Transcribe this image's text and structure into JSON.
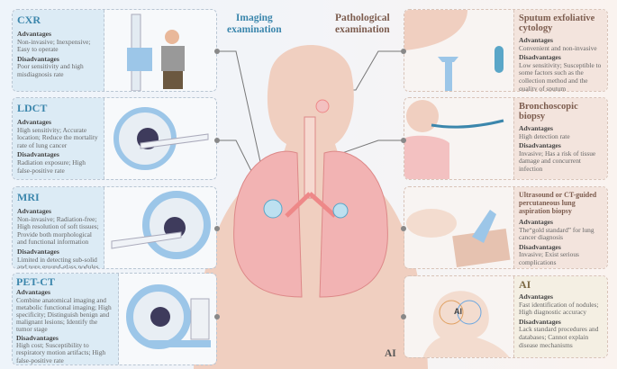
{
  "center": {
    "imaging_title": "Imaging\nexamination",
    "pathological_title": "Pathological\nexamination",
    "ai_label": "AI"
  },
  "imaging": [
    {
      "title": "CXR",
      "adv_label": "Advantages",
      "adv": "Non-invasive; Inexpensive; Easy to operate",
      "dis_label": "Disadvantages",
      "dis": "Poor sensitivity and high misdiagnosis rate"
    },
    {
      "title": "LDCT",
      "adv_label": "Advantages",
      "adv": "High sensitivity; Accurate location; Reduce the mortality rate of lung cancer",
      "dis_label": "Disadvantages",
      "dis": "Radiation exposure; High false-positive rate"
    },
    {
      "title": "MRI",
      "adv_label": "Advantages",
      "adv": "Non-invasive; Radiation-free; High resolution of soft tissues; Provide both morphological and functional information",
      "dis_label": "Disadvantages",
      "dis": "Limited in detecting sub-solid and pure ground-glass nodules"
    },
    {
      "title": "PET-CT",
      "adv_label": "Advantages",
      "adv": "Combine anatomical imaging and metabolic functional imaging; High specificity; Distinguish benign and malignant lesions; Identify the tumor stage",
      "dis_label": "Disadvantages",
      "dis": "High cost; Susceptibility to respiratory motion artifacts; High false-positive rate"
    }
  ],
  "pathological": [
    {
      "title": "Sputum exfoliative cytology",
      "adv_label": "Advantages",
      "adv": "Convenient and non-invasive",
      "dis_label": "Disadvantages",
      "dis": "Low sensitivity; Susceptible to some factors such as the collection method and the quality of sputum"
    },
    {
      "title": "Bronchoscopic biopsy",
      "adv_label": "Advantages",
      "adv": "High detection rate",
      "dis_label": "Disadvantages",
      "dis": "Invasive; Has a risk of tissue damage and concurrent infection"
    },
    {
      "title": "Ultrasound or CT-guided percutaneous lung aspiration biopsy",
      "adv_label": "Advantages",
      "adv": "The“gold standard” for lung cancer diagnosis",
      "dis_label": "Disadvantages",
      "dis": "Invasive; Exist serious complications"
    },
    {
      "title": "AI",
      "adv_label": "Advantages",
      "adv": "Fast identification of nodules; High diagnostic accuracy",
      "dis_label": "Disadvantages",
      "dis": "Lack standard procedures and databases; Cannot explain disease mechanisms",
      "icon_text": "AI"
    }
  ],
  "colors": {
    "imaging": "#3b86ac",
    "pathological": "#7d5d4f",
    "lung": "#f2b3b3"
  }
}
